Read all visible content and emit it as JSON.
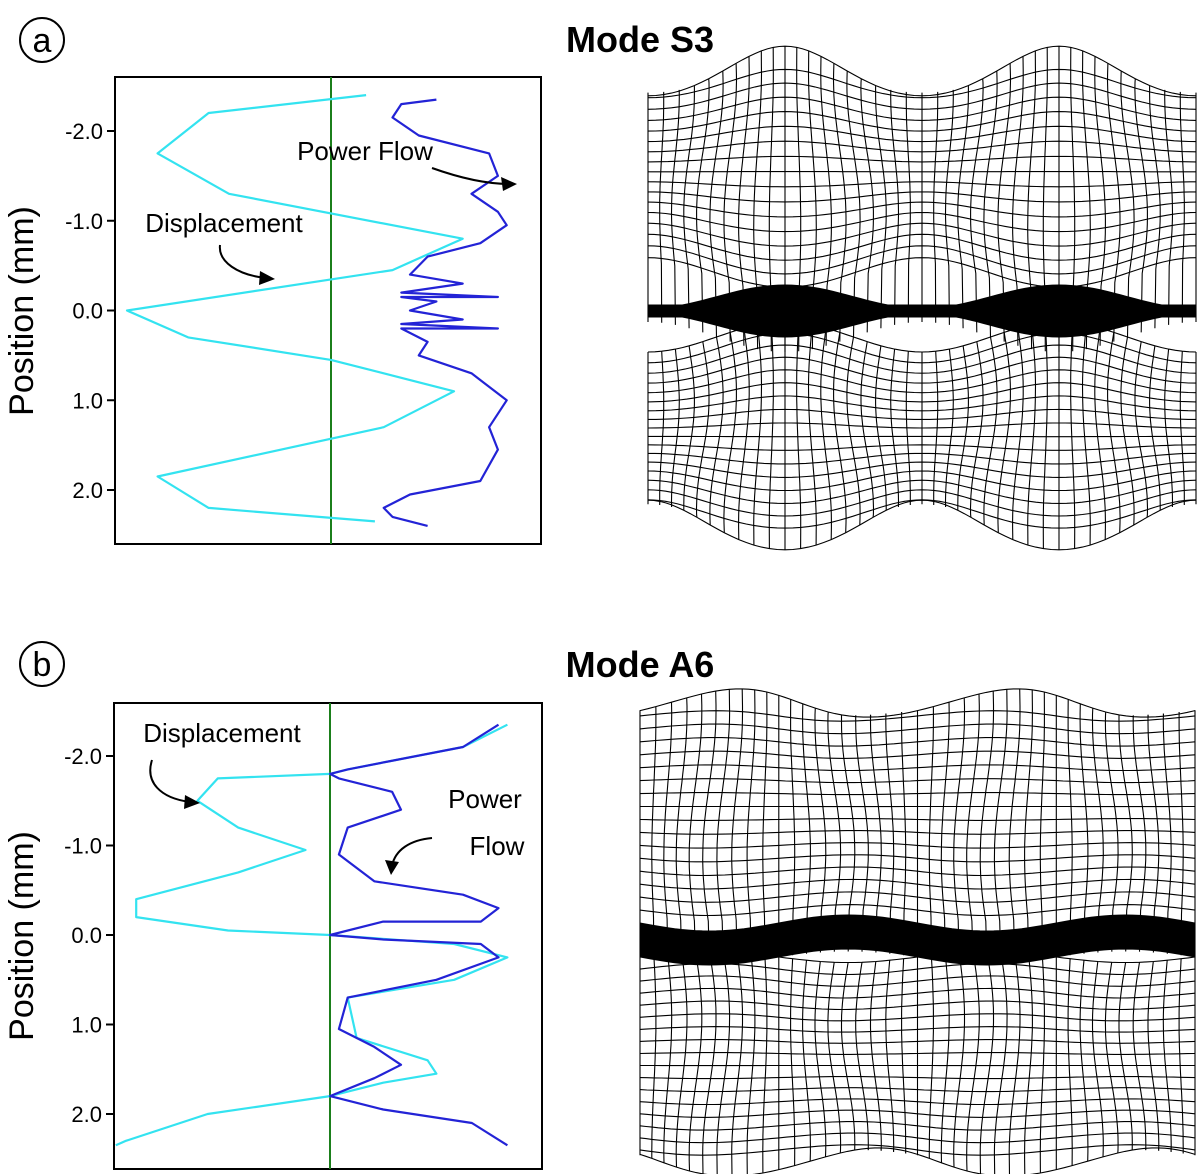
{
  "colors": {
    "displacement": "#33e3f0",
    "power_flow": "#2323d6",
    "zero_line": "#1b7f1b",
    "frame": "#000000",
    "mesh": "#000000"
  },
  "panels": [
    {
      "label": "a",
      "title": "Mode S3",
      "mesh_mode": "symmetric"
    },
    {
      "label": "b",
      "title": "Mode A6",
      "mesh_mode": "antisymmetric"
    }
  ],
  "chart_data": [
    {
      "type": "line",
      "title": "Mode S3",
      "ylabel": "Position (mm)",
      "xlabel": "",
      "ylim": [
        2.6,
        -2.5
      ],
      "xlim": [
        -1.0,
        1.15
      ],
      "y_ticks": [
        "-2.0",
        "-1.0",
        "0.0",
        "1.0",
        "2.0"
      ],
      "y_tick_values": [
        -2.0,
        -1.0,
        0.0,
        1.0,
        2.0
      ],
      "grid": false,
      "annotations": [
        "Power Flow",
        "Displacement"
      ],
      "series": [
        {
          "key": "displacement",
          "x": [
            0.2,
            -0.6,
            -0.85,
            -0.5,
            0.75,
            0.35,
            -1.0,
            -0.7,
            0.0,
            0.7,
            0.3,
            -0.85,
            -0.6,
            0.25
          ],
          "y": [
            -2.4,
            -2.2,
            -1.75,
            -1.3,
            -0.8,
            -0.45,
            0.0,
            0.3,
            0.55,
            0.9,
            1.3,
            1.85,
            2.2,
            2.35
          ]
        },
        {
          "key": "power_flow",
          "x": [
            0.6,
            0.4,
            0.35,
            0.5,
            0.9,
            0.95,
            0.8,
            0.95,
            1.0,
            0.85,
            0.55,
            0.45,
            0.75,
            0.4,
            0.95,
            0.4,
            0.6,
            0.45,
            0.75,
            0.4,
            0.95,
            0.4,
            0.55,
            0.5,
            0.8,
            1.0,
            0.9,
            0.95,
            0.85,
            0.45,
            0.3,
            0.35,
            0.55
          ],
          "y": [
            -2.35,
            -2.3,
            -2.15,
            -1.95,
            -1.75,
            -1.5,
            -1.3,
            -1.1,
            -0.95,
            -0.75,
            -0.6,
            -0.4,
            -0.3,
            -0.2,
            -0.15,
            -0.15,
            -0.1,
            0.0,
            0.1,
            0.15,
            0.2,
            0.2,
            0.35,
            0.5,
            0.7,
            1.0,
            1.3,
            1.55,
            1.9,
            2.05,
            2.2,
            2.3,
            2.4
          ]
        }
      ]
    },
    {
      "type": "line",
      "title": "Mode A6",
      "ylabel": "Position (mm)",
      "xlabel": "",
      "ylim": [
        2.6,
        -2.5
      ],
      "xlim": [
        -1.0,
        1.15
      ],
      "y_ticks": [
        "-2.0",
        "-1.0",
        "0.0",
        "1.0",
        "2.0"
      ],
      "y_tick_values": [
        -2.0,
        -1.0,
        0.0,
        1.0,
        2.0
      ],
      "grid": false,
      "annotations": [
        "Displacement",
        "Power Flow"
      ],
      "series": [
        {
          "key": "displacement",
          "x": [
            1.0,
            0.7,
            0.0,
            -0.6,
            -0.55,
            -0.1,
            -0.65,
            -1.0,
            -0.5,
            0.0,
            1.0,
            0.6,
            0.3,
            0.3,
            0.9,
            0.2,
            -1.0,
            -1.05
          ],
          "y": [
            -2.35,
            -2.1,
            -1.8,
            -1.6,
            -1.4,
            -0.9,
            -0.6,
            -0.3,
            -0.1,
            0.0,
            0.25,
            0.6,
            0.85,
            1.1,
            1.5,
            1.85,
            2.25,
            2.35
          ],
          "points": [
            [
              1.0,
              -2.35
            ],
            [
              0.75,
              -2.1
            ],
            [
              0.1,
              -1.85
            ],
            [
              0.0,
              -1.8
            ],
            [
              -0.55,
              -1.75
            ],
            [
              -0.65,
              -1.5
            ],
            [
              -0.45,
              -1.2
            ],
            [
              -0.12,
              -0.95
            ],
            [
              -0.45,
              -0.7
            ],
            [
              -0.95,
              -0.4
            ],
            [
              -0.95,
              -0.2
            ],
            [
              -0.5,
              -0.05
            ],
            [
              0.0,
              0.0
            ],
            [
              0.7,
              0.1
            ],
            [
              1.0,
              0.25
            ],
            [
              0.7,
              0.5
            ],
            [
              0.1,
              0.7
            ],
            [
              0.15,
              1.15
            ],
            [
              0.55,
              1.4
            ],
            [
              0.6,
              1.55
            ],
            [
              0.3,
              1.65
            ],
            [
              0.0,
              1.8
            ],
            [
              -0.6,
              2.0
            ],
            [
              -1.0,
              2.3
            ],
            [
              -1.05,
              2.35
            ]
          ]
        },
        {
          "key": "power_flow",
          "points": [
            [
              0.95,
              -2.35
            ],
            [
              0.75,
              -2.1
            ],
            [
              0.1,
              -1.85
            ],
            [
              0.0,
              -1.8
            ],
            [
              0.05,
              -1.75
            ],
            [
              0.35,
              -1.6
            ],
            [
              0.4,
              -1.4
            ],
            [
              0.1,
              -1.2
            ],
            [
              0.05,
              -0.9
            ],
            [
              0.25,
              -0.6
            ],
            [
              0.75,
              -0.45
            ],
            [
              0.95,
              -0.3
            ],
            [
              0.85,
              -0.15
            ],
            [
              0.3,
              -0.15
            ],
            [
              0.0,
              0.0
            ],
            [
              0.3,
              0.05
            ],
            [
              0.85,
              0.1
            ],
            [
              0.95,
              0.25
            ],
            [
              0.6,
              0.5
            ],
            [
              0.1,
              0.7
            ],
            [
              0.05,
              1.05
            ],
            [
              0.25,
              1.25
            ],
            [
              0.4,
              1.45
            ],
            [
              0.25,
              1.6
            ],
            [
              0.0,
              1.8
            ],
            [
              0.3,
              1.95
            ],
            [
              0.8,
              2.1
            ],
            [
              1.0,
              2.35
            ]
          ]
        }
      ]
    }
  ]
}
